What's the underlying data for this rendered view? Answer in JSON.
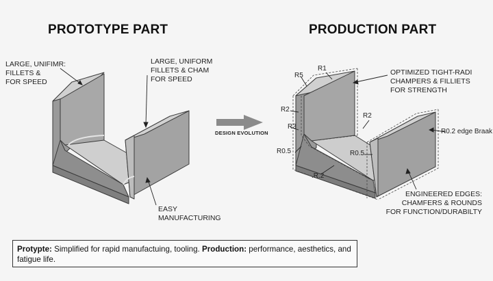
{
  "left": {
    "title": "PROTOTYPE PART",
    "callouts": {
      "top_left": [
        "LARGE, UNIFIMR:",
        "FILLETS &",
        "FOR SPEED"
      ],
      "top_right": [
        "LARGE, UNIFORM",
        "FILLETS & CHAM",
        "FOR SPEED"
      ],
      "bottom": [
        "EASY",
        "MANUFACTURING"
      ]
    }
  },
  "arrow": {
    "label": "DESIGN EVOLUTION"
  },
  "right": {
    "title": "PRODUCTION PART",
    "callouts": {
      "top_right": [
        "OPTIMIZED TIGHT-RADI",
        "CHAMPERS & FILLIETS",
        "FOR STRENGTH"
      ],
      "edge_break": "R0.2 edge Braak",
      "bottom_right": [
        "ENGINEERED EDGES:",
        "CHAMFERS & ROUNDS",
        "FOR FUNCTION/DURABILTY"
      ]
    },
    "dims": {
      "r1": "R1",
      "r5": "R5",
      "r2_left": "R2",
      "r3": "R3",
      "r05_left": "R0.5",
      "r2_inner": ".R.2",
      "r2_right": "R2",
      "r05_right": "R0.5"
    }
  },
  "caption": {
    "label1": "Protypte:",
    "text1": " Simplified for rapid manufactuing, tooling. ",
    "label2": "Production:",
    "text2": " performance, aesthetics, and fatigue life."
  },
  "colors": {
    "face_light": "#c8c8c8",
    "face_mid": "#a9a9a9",
    "face_dark": "#8e8e8e",
    "arrow": "#8a8a8a",
    "ink": "#1a1a1a"
  }
}
